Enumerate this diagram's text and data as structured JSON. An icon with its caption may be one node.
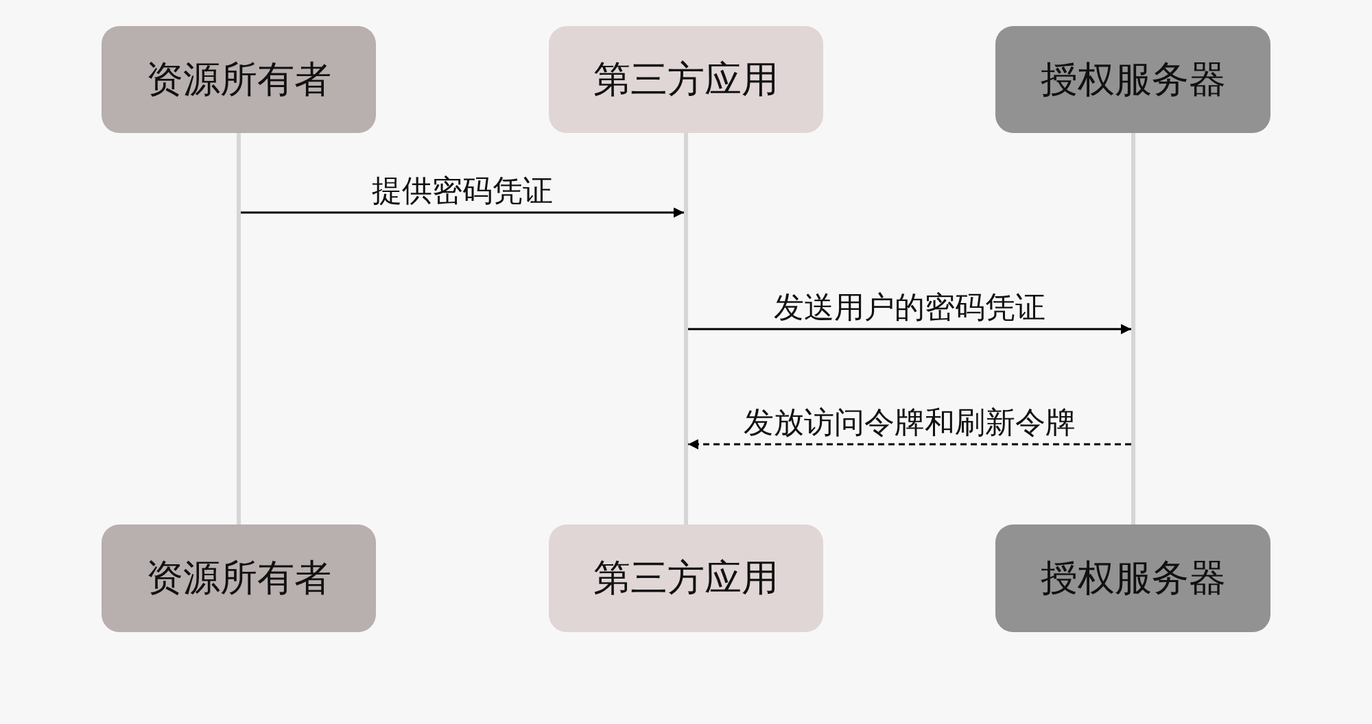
{
  "diagram": {
    "nodes": [
      {
        "text": [
          "资源所有者"
        ]
      },
      {
        "text": [
          "第三方应用"
        ]
      },
      {
        "text": [
          "授权服务器"
        ]
      },
      {
        "text": [],
        "shape": "bar"
      },
      {
        "text": [],
        "shape": "bar"
      },
      {
        "text": [],
        "shape": "bar"
      },
      {
        "text": [
          "资源所有者"
        ]
      },
      {
        "text": [
          "第三方应用"
        ]
      },
      {
        "text": [
          "授权服务器"
        ]
      }
    ],
    "edges": [
      {
        "from": 3,
        "to": 4,
        "arrow": "to",
        "label": "提供密码凭证"
      },
      {
        "from": 4,
        "to": 5,
        "arrow": "to",
        "label": "发送用户的密码凭证"
      },
      {
        "from": 5,
        "to": 4,
        "arrow": "to",
        "label": "发放访问令牌和刷新令牌",
        "style": "dashed"
      }
    ]
  }
}
